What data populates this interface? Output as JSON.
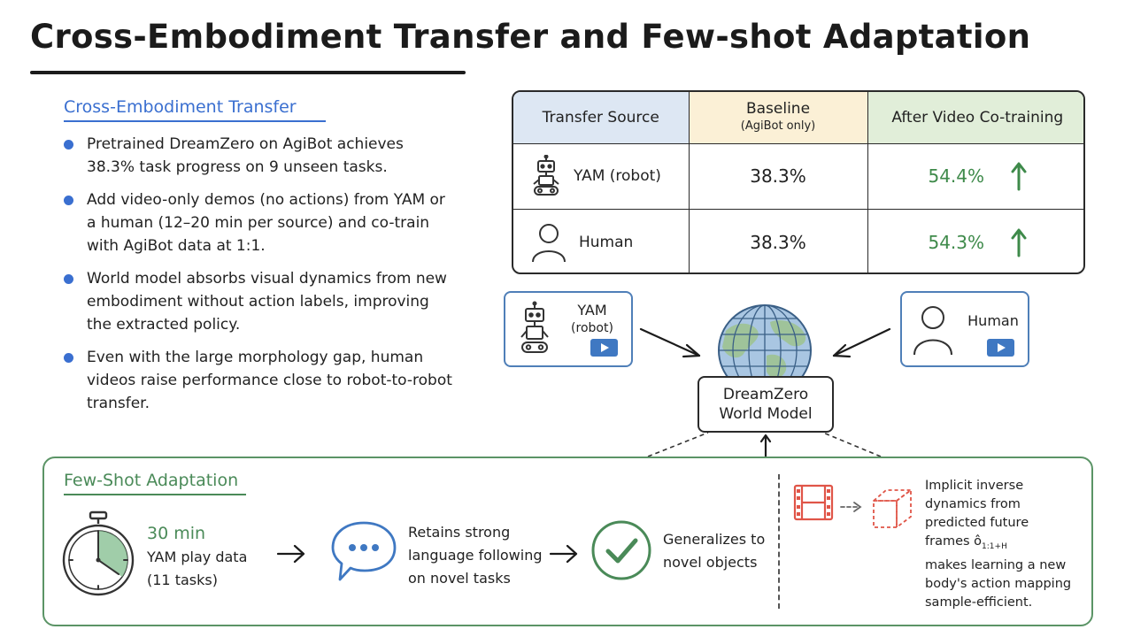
{
  "title": "Cross-Embodiment Transfer and Few-shot Adaptation",
  "cross_embodiment": {
    "heading": "Cross-Embodiment Transfer",
    "bullets": [
      "Pretrained DreamZero on AgiBot achieves 38.3% task progress on 9 unseen tasks.",
      "Add video-only demos (no actions) from YAM or a human (12–20 min per source) and co-train with AgiBot data at 1:1.",
      "World model absorbs visual dynamics from new embodiment without action labels, improving the extracted policy.",
      "Even with the large morphology gap, human videos raise performance close to robot-to-robot transfer."
    ]
  },
  "table": {
    "header_source": "Transfer Source",
    "header_baseline": "Baseline",
    "header_baseline_sub": "(AgiBot only)",
    "header_after": "After Video Co-training",
    "rows": [
      {
        "source": "YAM (robot)",
        "baseline": "38.3%",
        "after": "54.4%",
        "icon": "robot-icon"
      },
      {
        "source": "Human",
        "baseline": "38.3%",
        "after": "54.3%",
        "icon": "person-icon"
      }
    ],
    "increase_color": "#3e8a4a"
  },
  "diagram": {
    "yam_label_1": "YAM",
    "yam_label_2": "(robot)",
    "human_label": "Human",
    "world_model_1": "DreamZero",
    "world_model_2": "World Model",
    "globe_icon": "globe-icon",
    "play_icon": "play-icon"
  },
  "few_shot": {
    "heading": "Few-Shot Adaptation",
    "duration": "30 min",
    "data_line_1": "YAM play data",
    "data_line_2": "(11 tasks)",
    "retains_1": "Retains strong",
    "retains_2": "language following",
    "retains_3": "on novel tasks",
    "generalizes_1": "Generalizes to",
    "generalizes_2": "novel objects",
    "implicit_1": "Implicit inverse",
    "implicit_2": "dynamics from",
    "implicit_3": "predicted future",
    "implicit_4": "frames ô",
    "implicit_4_sub": "1:1+H",
    "makes_1": "makes learning a new",
    "makes_2": "body's action mapping",
    "makes_3": "sample-efficient.",
    "accent": "#4a8a58",
    "frame_color": "#e05548"
  }
}
